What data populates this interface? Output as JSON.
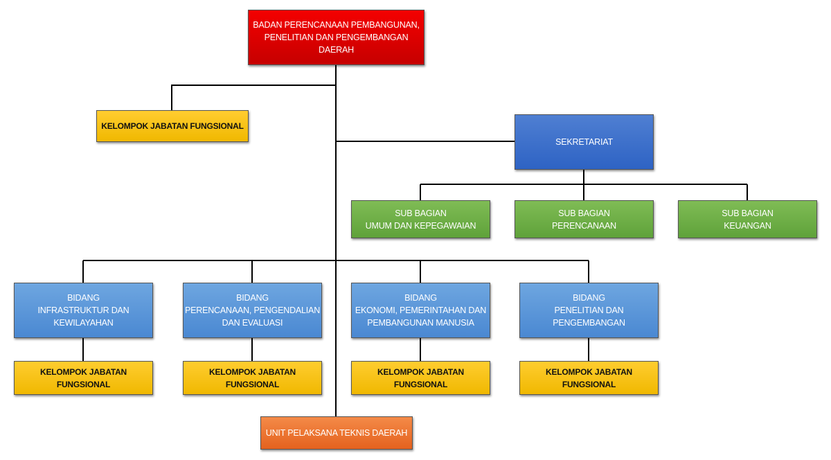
{
  "head": "BADAN PERENCANAAN PEMBANGUNAN,\nPENELITIAN DAN PENGEMBANGAN DAERAH",
  "kelompok_top": "KELOMPOK JABATAN FUNGSIONAL",
  "sekretariat": {
    "label": "SEKRETARIAT",
    "sub_bagian": [
      "SUB BAGIAN\nUMUM DAN KEPEGAWAIAN",
      "SUB BAGIAN\nPERENCANAAN",
      "SUB BAGIAN\nKEUANGAN"
    ]
  },
  "bidang": [
    {
      "label": "BIDANG\nINFRASTRUKTUR DAN\nKEWILAYAHAN",
      "kelompok": "KELOMPOK JABATAN FUNGSIONAL"
    },
    {
      "label": "BIDANG\nPERENCANAAN, PENGENDALIAN\nDAN EVALUASI",
      "kelompok": "KELOMPOK JABATAN FUNGSIONAL"
    },
    {
      "label": "BIDANG\nEKONOMI, PEMERINTAHAN DAN\nPEMBANGUNAN MANUSIA",
      "kelompok": "KELOMPOK JABATAN FUNGSIONAL"
    },
    {
      "label": "BIDANG\nPENELITIAN DAN\nPENGEMBANGAN",
      "kelompok": "KELOMPOK JABATAN FUNGSIONAL"
    }
  ],
  "uptd": "UNIT PELAKSANA TEKNIS DAERAH",
  "colors": {
    "head": "#e00000",
    "sekretariat": "#3a6fc8",
    "bidang": "#5b97da",
    "sub_bagian": "#6daf47",
    "kelompok": "#f8c31a",
    "uptd": "#ec7433"
  }
}
